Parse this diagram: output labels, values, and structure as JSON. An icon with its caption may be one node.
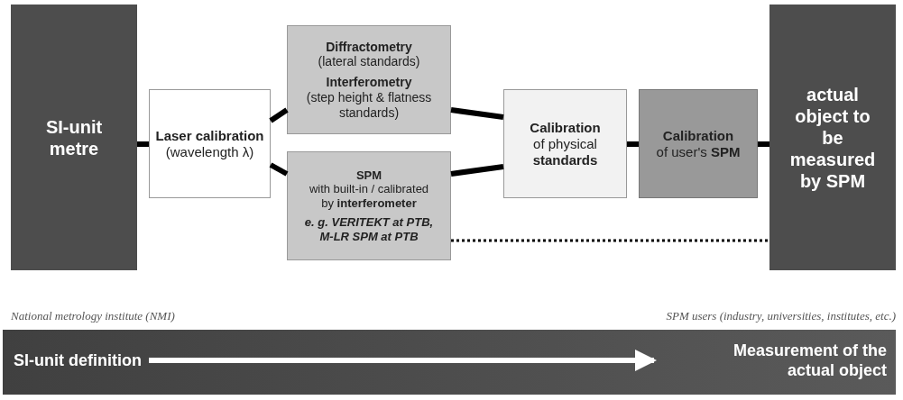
{
  "diagram": {
    "nodes": [
      {
        "text": [
          "SI-unit metre"
        ]
      },
      {
        "text": [
          "Laser calibration",
          "(wavelength λ)"
        ]
      },
      {
        "text": [
          "Diffractometry",
          "(lateral standards)",
          "Interferometry",
          "(step height & flatness standards)"
        ]
      },
      {
        "text": [
          "SPM",
          "with built-in / calibrated by **interferometer**",
          "e. g. VERITEKT at PTB, M-LR SPM at PTB"
        ]
      },
      {
        "text": [
          "Calibration",
          "of physical **standards**"
        ]
      },
      {
        "text": [
          "Calibration",
          "of user's **SPM**"
        ]
      },
      {
        "text": [
          "actual object to be measured by SPM"
        ]
      },
      {
        "text": [],
        "shape": "box"
      },
      {
        "text": [
          "SI-unit definition"
        ],
        "in": 7
      },
      {
        "text": [
          "Measurement of the actual object"
        ],
        "in": 7
      }
    ],
    "edges": [
      {
        "from": 0,
        "to": 1,
        "arrow": "none"
      },
      {
        "from": 1,
        "to": 2,
        "arrow": "none"
      },
      {
        "from": 1,
        "to": 3,
        "arrow": "none"
      },
      {
        "from": 2,
        "to": 4,
        "arrow": "none"
      },
      {
        "from": 3,
        "to": 4,
        "arrow": "none"
      },
      {
        "from": 4,
        "to": 5,
        "arrow": "none"
      },
      {
        "from": 5,
        "to": 6,
        "arrow": "none"
      },
      {
        "from": 3,
        "to": 6,
        "arrow": "none",
        "style": "dashed"
      },
      {
        "from": 8,
        "to": 9,
        "arrow": "to",
        "color": "#ffffff"
      }
    ],
    "labels": [
      "National metrology institute (NMI)",
      "SPM users (industry, universities, institutes, etc.)"
    ]
  }
}
